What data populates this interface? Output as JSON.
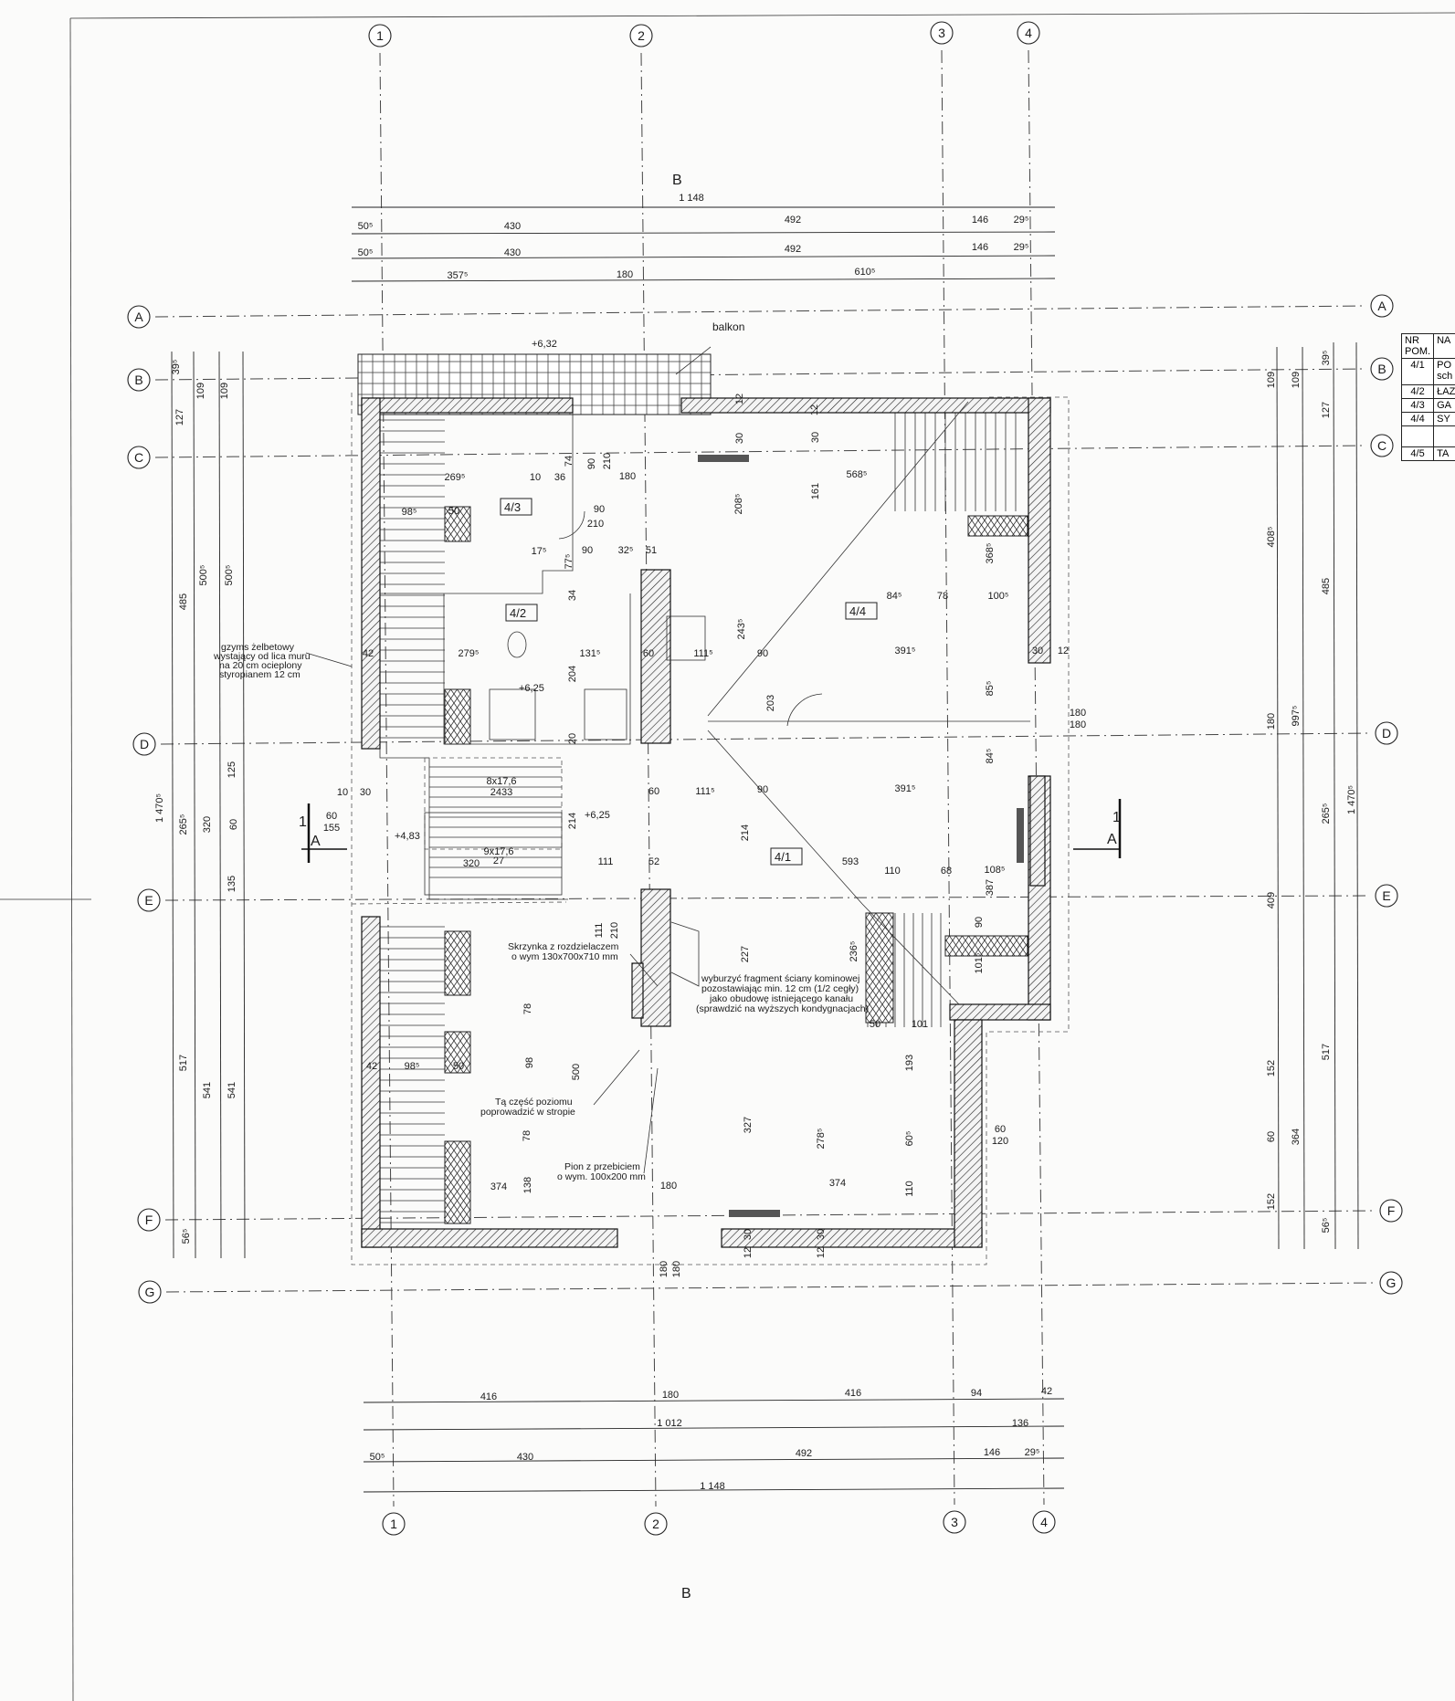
{
  "sheet": {
    "section_label_top": "B",
    "section_label_bottom": "B",
    "section_cut_left": "A",
    "section_cut_right": "A",
    "section_cut_number": "1"
  },
  "grid_columns": [
    "1",
    "2",
    "3",
    "4"
  ],
  "grid_rows": [
    "A",
    "B",
    "C",
    "D",
    "E",
    "F",
    "G"
  ],
  "rooms": [
    "4/1",
    "4/2",
    "4/3",
    "4/4"
  ],
  "room_table": {
    "headers": [
      "NR POM.",
      "NA"
    ],
    "rows": [
      {
        "nr": "4/1",
        "name": "PO sch"
      },
      {
        "nr": "4/2",
        "name": "ŁAZ"
      },
      {
        "nr": "4/3",
        "name": "GA"
      },
      {
        "nr": "4/4",
        "name": "SY"
      },
      {
        "nr": "",
        "name": ""
      },
      {
        "nr": "4/5",
        "name": "TA"
      }
    ]
  },
  "annotations": {
    "balcony": "balkon",
    "cornice": [
      "gzyms żelbetowy",
      "wystający od lica muru",
      "na 20 cm ocieplony",
      "styropianem 12 cm"
    ],
    "manifold_box": [
      "Skrzynka z rozdzielaczem",
      "o wym 130x700x710 mm"
    ],
    "chimney_wall": [
      "wyburzyć fragment ściany kominowej",
      "pozostawiając min. 12 cm (1/2 cegły)",
      "jako obudowę istniejącego kanału",
      "(sprawdzić na wyższych kondygnacjach)"
    ],
    "horizontal_run": [
      "Tą część poziomu",
      "poprowadzić w stropie"
    ],
    "riser": [
      "Pion z przebiciem",
      "o wym. 100x200 mm"
    ]
  },
  "levels": [
    "+6,32",
    "+6,25",
    "+6,25",
    "+4,83"
  ],
  "dimensions_top": [
    "1 148",
    "50⁵",
    "430",
    "492",
    "146",
    "29⁵",
    "50⁵",
    "430",
    "492",
    "146",
    "29⁵",
    "357⁵",
    "180",
    "610⁵"
  ],
  "dimensions_bottom": [
    "416",
    "180",
    "416",
    "94",
    "42",
    "1 012",
    "136",
    "50⁵",
    "430",
    "492",
    "146",
    "29⁵",
    "1 148"
  ],
  "dimensions_left": [
    "39⁵",
    "127",
    "109",
    "109",
    "485",
    "500⁵",
    "500⁵",
    "1 470⁵",
    "265⁵",
    "320",
    "125",
    "60",
    "135",
    "517",
    "541",
    "541",
    "56⁵"
  ],
  "dimensions_right": [
    "109",
    "109",
    "39⁵",
    "127",
    "408⁵",
    "485",
    "1 470⁵",
    "180",
    "997⁵",
    "265⁵",
    "409",
    "517",
    "152",
    "60",
    "364",
    "152",
    "56⁵"
  ],
  "dimensions_interior": [
    "269⁵",
    "98⁵",
    "50",
    "10",
    "36",
    "180",
    "568⁵",
    "161",
    "208⁵",
    "74",
    "90",
    "210",
    "90",
    "210",
    "17⁵",
    "77⁵",
    "90",
    "32⁵",
    "51",
    "34",
    "368⁵",
    "84⁵",
    "78",
    "100⁵",
    "243⁵",
    "279⁵",
    "131⁵",
    "60",
    "111⁵",
    "90",
    "391⁵",
    "30",
    "12",
    "42",
    "204",
    "85⁵",
    "203",
    "180",
    "180",
    "20",
    "84⁵",
    "8x17,6",
    "2433",
    "60",
    "111⁵",
    "90",
    "391⁵",
    "10",
    "30",
    "60",
    "155",
    "214",
    "214",
    "9x17,6",
    "27",
    "320",
    "111",
    "52",
    "593",
    "110",
    "68",
    "108⁵",
    "387",
    "111",
    "210",
    "227",
    "236⁵",
    "101⁵",
    "90",
    "78",
    "98",
    "500",
    "42",
    "98⁵",
    "50",
    "50",
    "101",
    "193",
    "327",
    "278⁵",
    "60⁵",
    "60",
    "120",
    "78",
    "374",
    "138",
    "180",
    "374",
    "110",
    "12",
    "30",
    "12",
    "30",
    "180",
    "180",
    "12",
    "30",
    "12",
    "30"
  ]
}
